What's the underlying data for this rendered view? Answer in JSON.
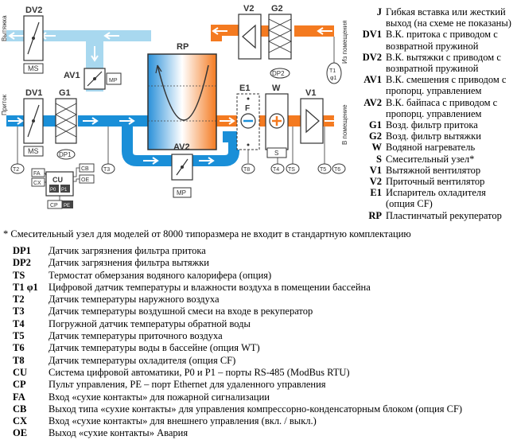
{
  "diagram": {
    "components": {
      "dv2": "DV2",
      "dv1": "DV1",
      "g1": "G1",
      "g2": "G2",
      "v2": "V2",
      "v1": "V1",
      "rp": "RP",
      "e1": "E1",
      "w": "W",
      "av1": "AV1",
      "av2": "AV2",
      "ms": "MS",
      "mp": "MP",
      "dp1": "DP1",
      "dp2": "DP2",
      "f": "F",
      "s": "S",
      "cu": "CU",
      "fa": "FA",
      "cx": "CX",
      "cb": "CB",
      "oe": "OE",
      "cp": "CP",
      "pe": "PE",
      "p0": "P0",
      "p1": "P1",
      "t1": "T1",
      "phi1": "φ1",
      "t2": "T2",
      "t3": "T3",
      "t4": "T4",
      "t5": "T5",
      "t6": "T6",
      "t8": "T8",
      "ts": "TS"
    },
    "side_labels": {
      "exhaust": "Вытяжка",
      "supply": "Приток",
      "from_room": "Из помещения",
      "to_room": "В помещение"
    },
    "colors": {
      "supply": "#1a8fd8",
      "exhaust": "#f47a20",
      "light_duct": "#a8d8ef",
      "outline": "#333333"
    }
  },
  "legend": [
    {
      "code": "J",
      "desc": "Гибкая вставка или жесткий выход (на схеме не показаны)"
    },
    {
      "code": "DV1",
      "desc": "В.К. притока с приводом с возвратной пружиной"
    },
    {
      "code": "DV2",
      "desc": "В.К. вытяжки с приводом с возвратной пружиной"
    },
    {
      "code": "AV1",
      "desc": "В.К. смешения с приводом с пропорц. управлением"
    },
    {
      "code": "AV2",
      "desc": "В.К. байпаса с приводом с пропорц. управлением"
    },
    {
      "code": "G1",
      "desc": "Возд. фильтр притока"
    },
    {
      "code": "G2",
      "desc": "Возд. фильтр вытяжки"
    },
    {
      "code": "W",
      "desc": "Водяной нагреватель"
    },
    {
      "code": "S",
      "desc": "Смесительный узел*"
    },
    {
      "code": "V1",
      "desc": "Вытяжной вентилятор"
    },
    {
      "code": "V2",
      "desc": "Приточный вентилятор"
    },
    {
      "code": "E1",
      "desc": "Испаритель охладителя (опция CF)"
    },
    {
      "code": "RP",
      "desc": "Пластинчатый рекуператор"
    }
  ],
  "footnote": "* Смесительный узел для моделей от 8000 типоразмера не входит в стандартную комплектацию",
  "sensors": [
    {
      "code": "DP1",
      "desc": "Датчик загрязнения фильтра притока"
    },
    {
      "code": "DP2",
      "desc": "Датчик загрязнения фильтра вытяжки"
    },
    {
      "code": "TS",
      "desc": "Термостат обмерзания водяного калорифера (опция)"
    },
    {
      "code": "T1 φ1",
      "desc": "Цифровой датчик температуры и влажности воздуха в помещении бассейна"
    },
    {
      "code": "T2",
      "desc": "Датчик температуры наружного воздуха"
    },
    {
      "code": "T3",
      "desc": "Датчик температуры воздушной смеси на входе в рекуператор"
    },
    {
      "code": "T4",
      "desc": "Погружной датчик температуры обратной воды"
    },
    {
      "code": "T5",
      "desc": "Датчик температуры приточного воздуха"
    },
    {
      "code": "T6",
      "desc": "Датчик температуры воды в бассейне (опция WT)"
    },
    {
      "code": "T8",
      "desc": "Датчик температуры охладителя (опция CF)"
    },
    {
      "code": "CU",
      "desc": "Система цифровой автоматики, P0 и P1 – порты RS-485 (ModBus RTU)"
    },
    {
      "code": "CP",
      "desc": "Пульт управления, PE – порт Ethernet для удаленного управления"
    },
    {
      "code": "FA",
      "desc": "Вход «сухие контакты» для пожарной сигнализации"
    },
    {
      "code": "CB",
      "desc": "Выход типа «сухие контакты» для управления компрессорно-конденсаторным блоком (опция CF)"
    },
    {
      "code": "CX",
      "desc": "Вход  «сухие контакты» для внешнего управления (вкл. / выкл.)"
    },
    {
      "code": "OE",
      "desc": "Выход «сухие контакты» Авария"
    }
  ]
}
